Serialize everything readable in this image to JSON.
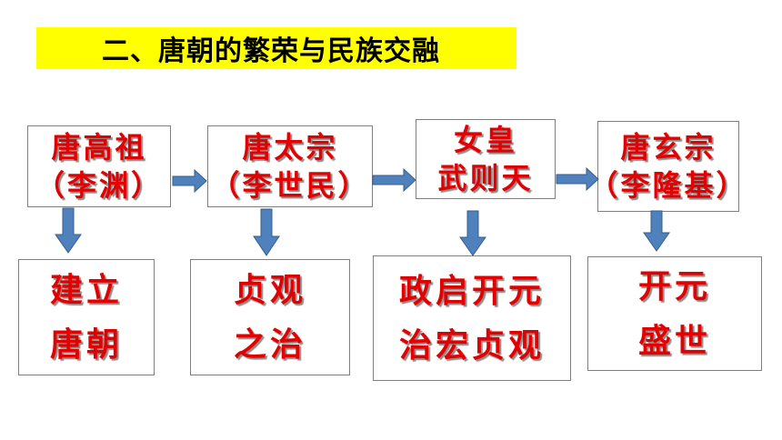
{
  "title": "二、唐朝的繁荣与民族交融",
  "colors": {
    "title_bg": "#ffff00",
    "text_red": "#e30000",
    "arrow_fill": "#4f81bd",
    "arrow_stroke": "#385d8a",
    "box_border": "#7f7f7f"
  },
  "rulers": [
    {
      "line1": "唐高祖",
      "line2": "（李渊）"
    },
    {
      "line1": "唐太宗",
      "line2": "（李世民）"
    },
    {
      "line1": "女皇",
      "line2": "武则天"
    },
    {
      "line1": "唐玄宗",
      "line2": "（李隆基）"
    }
  ],
  "achievements": [
    {
      "line1": "建立",
      "line2": "唐朝"
    },
    {
      "line1": "贞观",
      "line2": "之治"
    },
    {
      "line1": "政启开元",
      "line2": "治宏贞观"
    },
    {
      "line1": "开元",
      "line2": "盛世"
    }
  ]
}
